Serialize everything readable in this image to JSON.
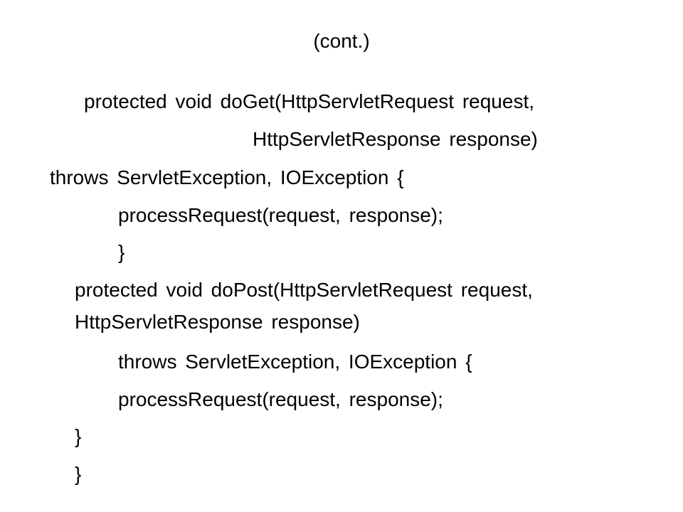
{
  "slide": {
    "title": "(cont.)",
    "code_lines": [
      "protected void doGet(HttpServletRequest request,",
      "HttpServletResponse response)",
      "throws ServletException, IOException {",
      "processRequest(request, response);",
      "}",
      "protected void doPost(HttpServletRequest request,",
      "HttpServletResponse response)",
      "throws ServletException, IOException {",
      "processRequest(request, response);",
      "}",
      "}"
    ]
  }
}
